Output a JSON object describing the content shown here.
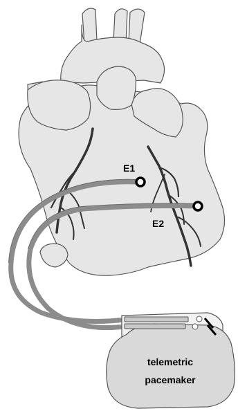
{
  "labels": {
    "electrode_1": "E1",
    "electrode_2": "E2"
  },
  "device": {
    "line1": "telemetric",
    "line2": "pacemaker"
  },
  "colors": {
    "heart_fill": "#e6e6e6",
    "outline": "#555555",
    "vessel": "#333333",
    "lead": "#8c8c8c",
    "pacemaker_fill": "#d9d9d9",
    "electrode": "#000000"
  }
}
